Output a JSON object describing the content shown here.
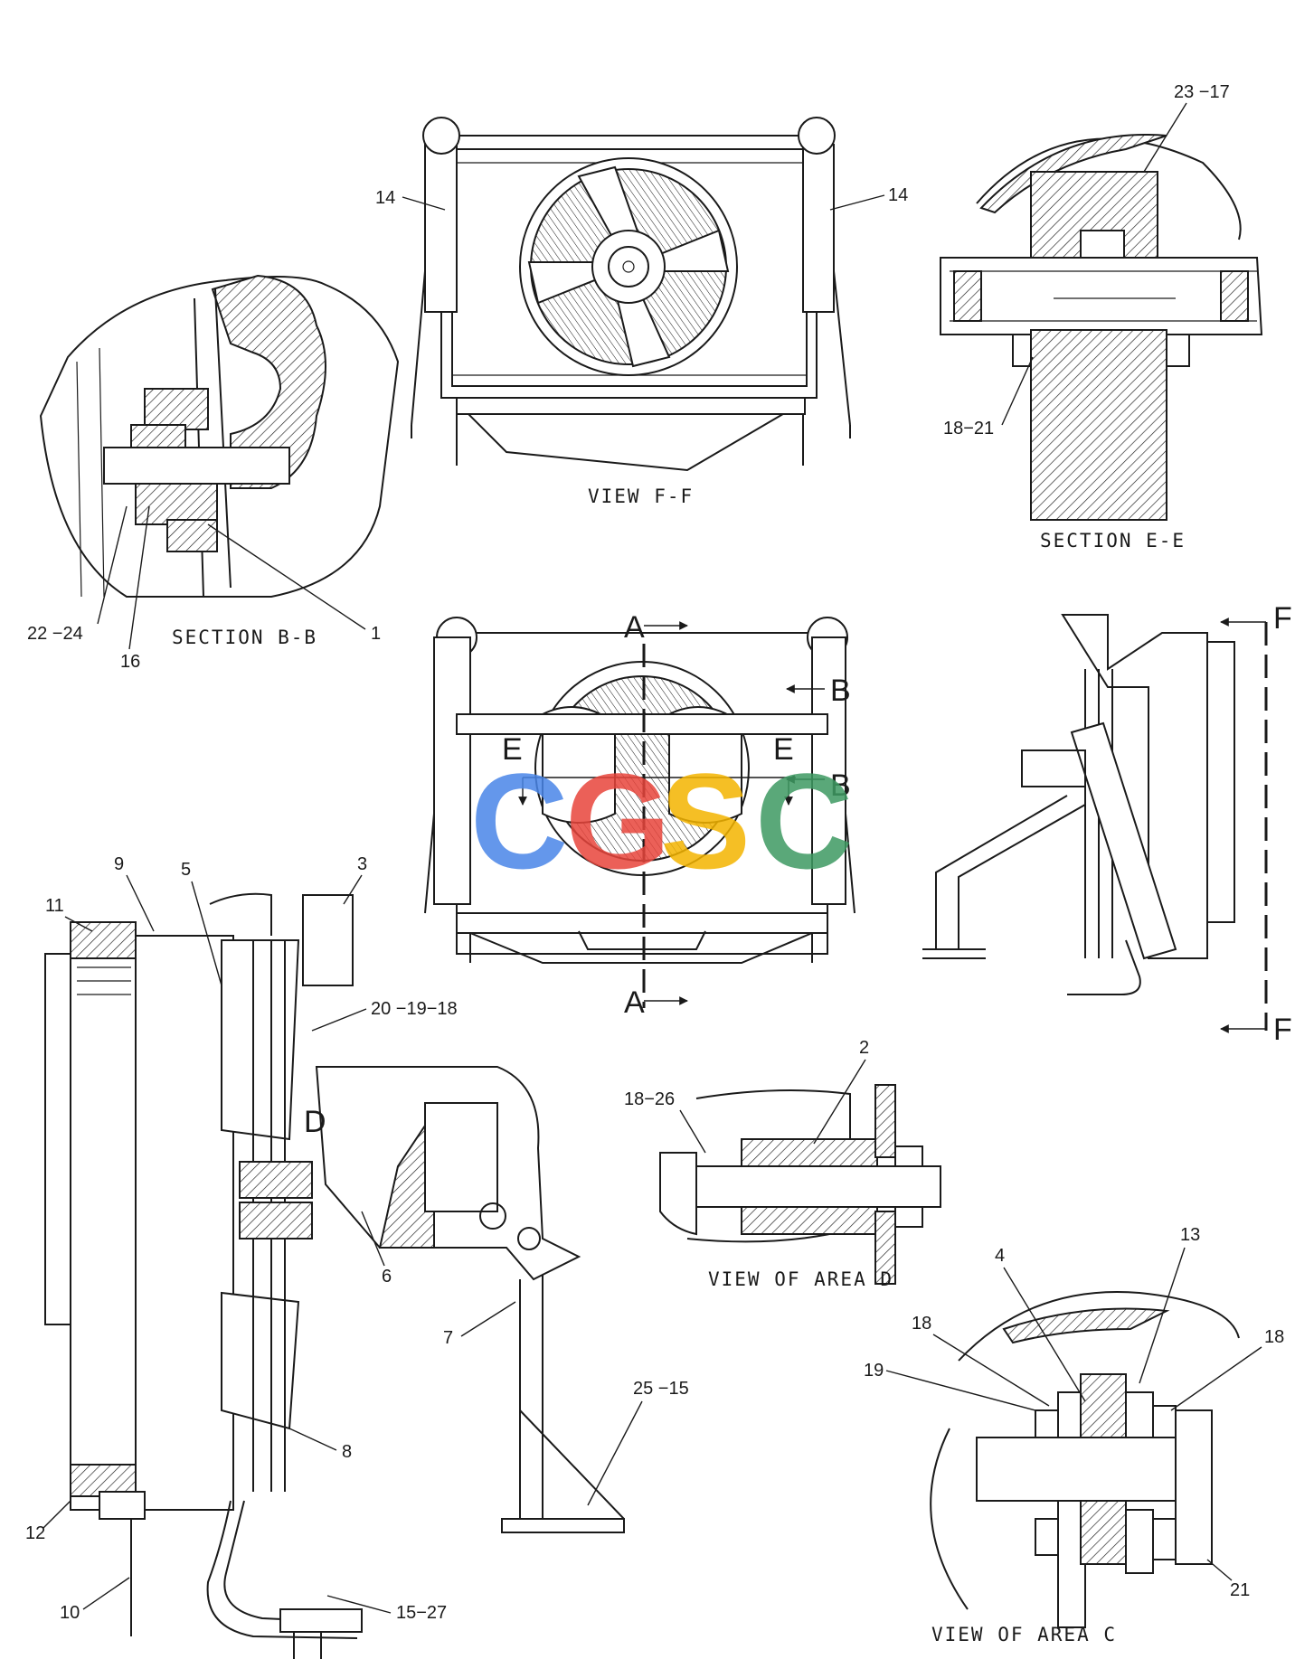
{
  "views": {
    "view_ff": "VIEW F-F",
    "section_ee": "SECTION E-E",
    "section_bb": "SECTION B-B",
    "view_area_d": "VIEW OF AREA D",
    "view_area_c": "VIEW OF AREA C"
  },
  "section_markers": {
    "a_top": "A",
    "a_bottom": "A",
    "b_upper": "B",
    "b_lower": "B",
    "e_left": "E",
    "e_right": "E",
    "f_top": "F",
    "f_bottom": "F",
    "d": "D"
  },
  "callouts": {
    "ff_14_left": "14",
    "ff_14_right": "14",
    "ee_23_17": "23 −17",
    "ee_18_21": "18−21",
    "bb_22_24": "22 −24",
    "bb_16": "16",
    "bb_1": "1",
    "main_11": "11",
    "main_9": "9",
    "main_5": "5",
    "main_3": "3",
    "main_20_19_18": "20 −19−18",
    "main_6": "6",
    "main_7": "7",
    "main_8": "8",
    "main_25_15": "25 −15",
    "main_12": "12",
    "main_10": "10",
    "main_15_27": "15−27",
    "d_2": "2",
    "d_18_26": "18−26",
    "c_4": "4",
    "c_13": "13",
    "c_18_left": "18",
    "c_18_right": "18",
    "c_19": "19",
    "c_21": "21"
  },
  "watermark": {
    "letters": [
      "C",
      "G",
      "S",
      "C"
    ],
    "colors": [
      "#4a86e8",
      "#e8453c",
      "#f4b400",
      "#3e9a62"
    ]
  }
}
